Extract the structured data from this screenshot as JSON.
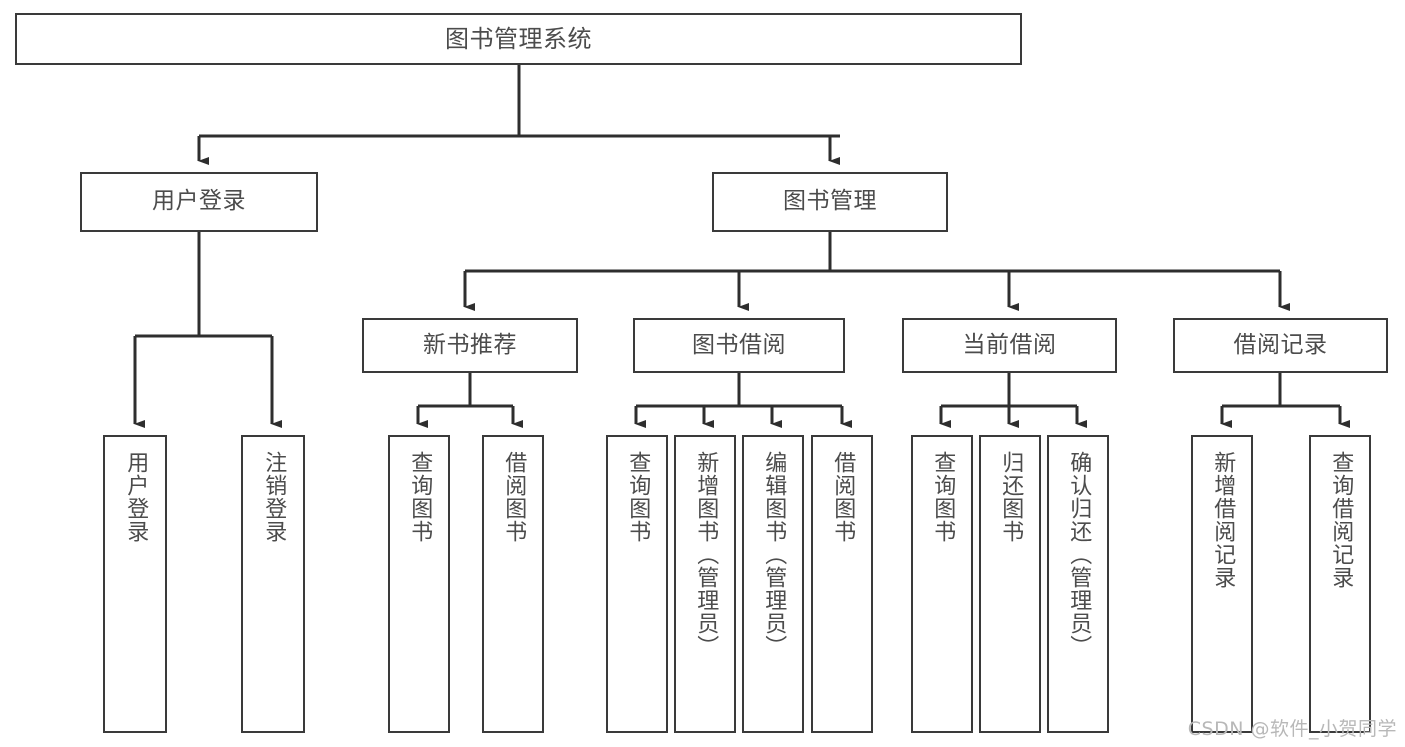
{
  "diagram": {
    "title": "图书管理系统",
    "type": "tree-hierarchy-chart",
    "watermark": "CSDN @软件_小贺同学",
    "colors": {
      "box_border": "#3a3a3a",
      "box_fill": "#ffffff",
      "text": "#4c4c4c",
      "edge": "#2e2e2e",
      "watermark": "#b8b8b8",
      "background": "#ffffff"
    },
    "root": {
      "label": "图书管理系统"
    },
    "level1": [
      {
        "label": "用户登录"
      },
      {
        "label": "图书管理"
      }
    ],
    "level2": [
      {
        "label": "新书推荐"
      },
      {
        "label": "图书借阅"
      },
      {
        "label": "当前借阅"
      },
      {
        "label": "借阅记录"
      }
    ],
    "leaves": {
      "user_login": [
        {
          "label": "用户登录"
        },
        {
          "label": "注销登录"
        }
      ],
      "new_book_recommend": [
        {
          "label": "查询图书"
        },
        {
          "label": "借阅图书"
        }
      ],
      "book_borrow": [
        {
          "label": "查询图书"
        },
        {
          "label": "新增图书（管理员）"
        },
        {
          "label": "编辑图书（管理员）"
        },
        {
          "label": "借阅图书"
        }
      ],
      "current_borrow": [
        {
          "label": "查询图书"
        },
        {
          "label": "归还图书"
        },
        {
          "label": "确认归还（管理员）"
        }
      ],
      "borrow_record": [
        {
          "label": "新增借阅记录"
        },
        {
          "label": "查询借阅记录"
        }
      ]
    }
  }
}
